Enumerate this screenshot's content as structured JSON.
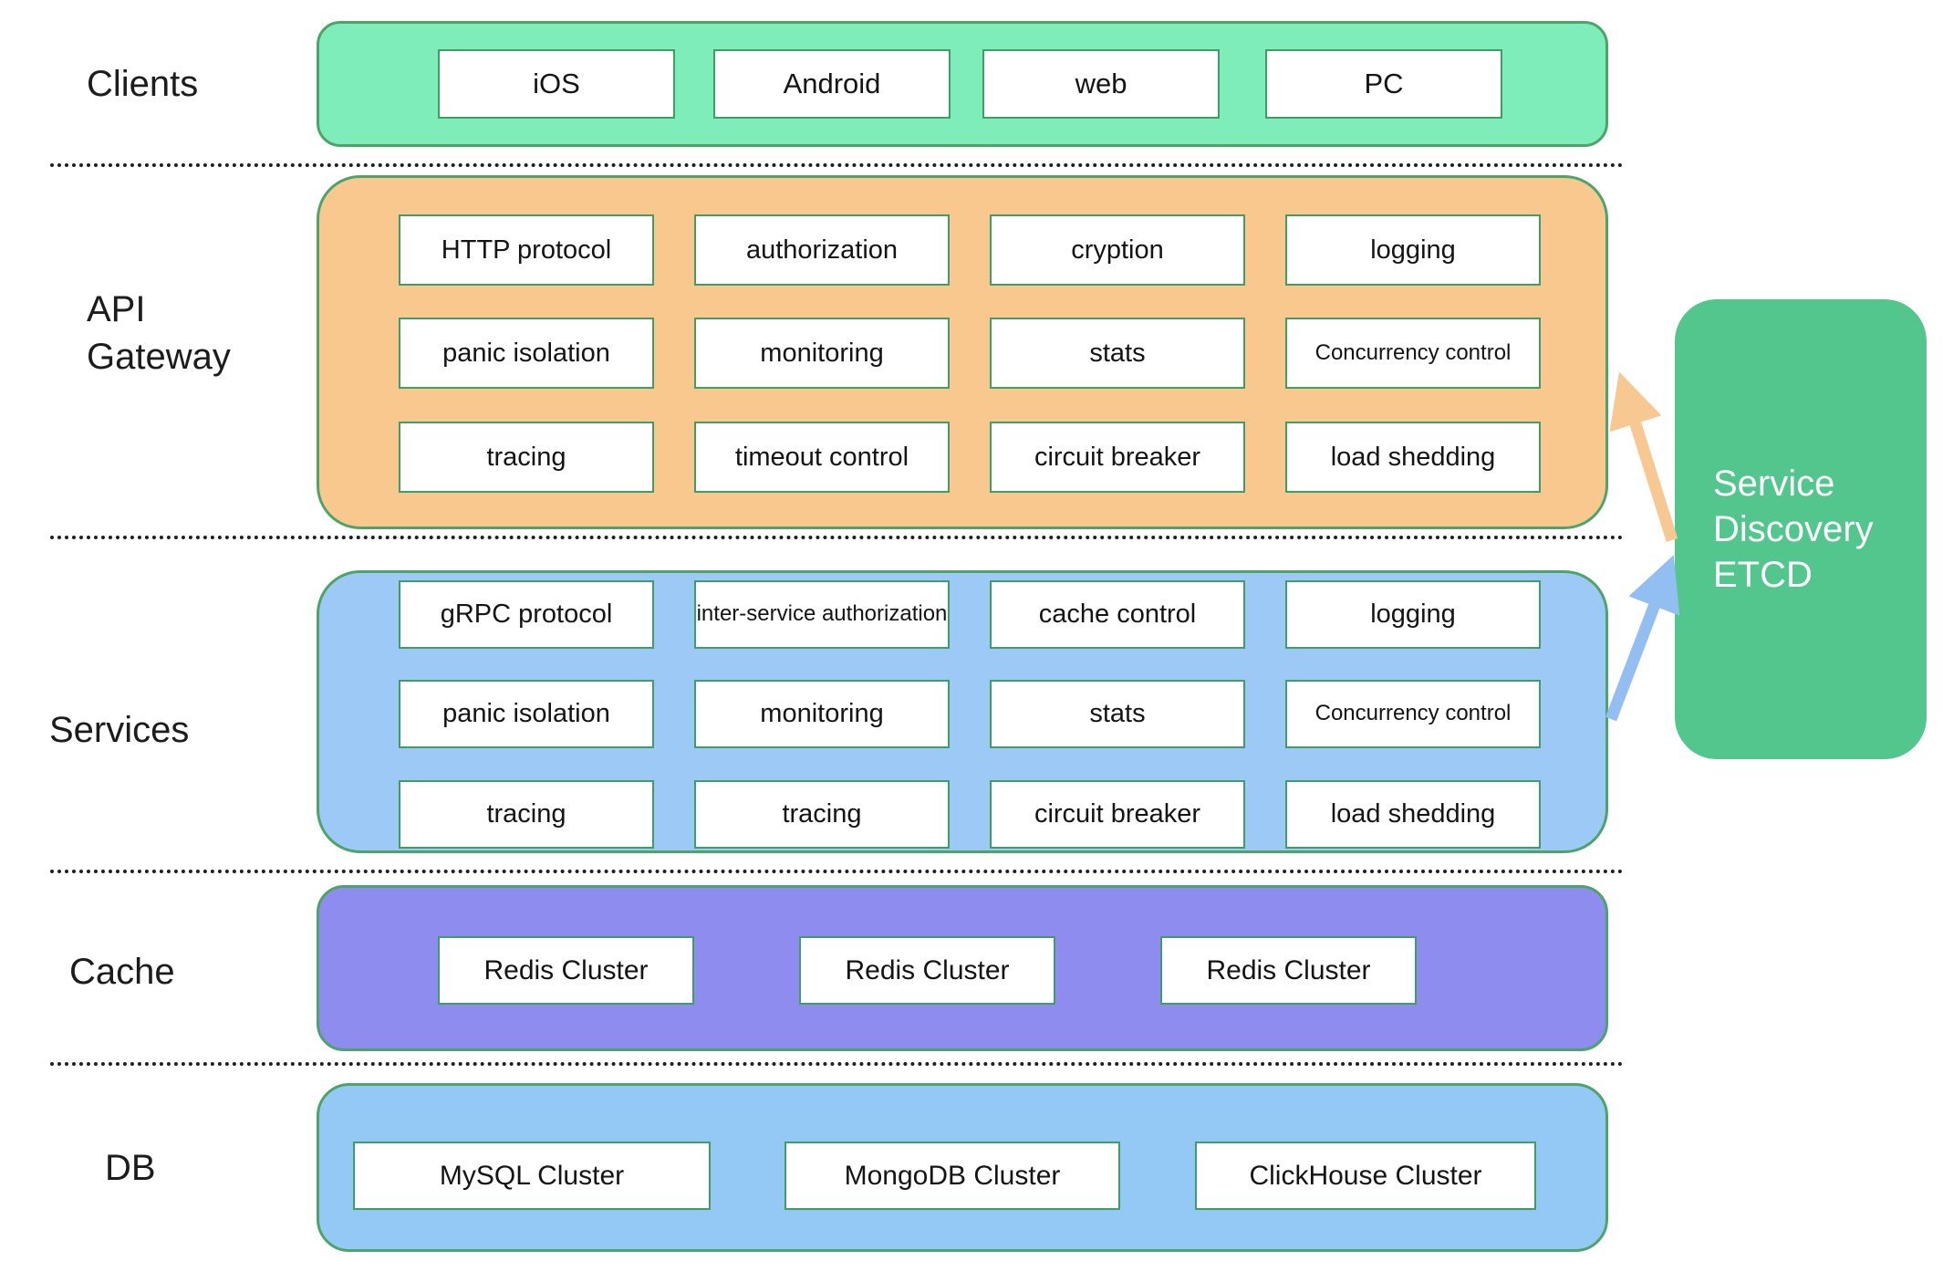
{
  "labels": {
    "clients": "Clients",
    "api_line1": "API",
    "api_line2": "Gateway",
    "services": "Services",
    "cache": "Cache",
    "db": "DB"
  },
  "clients": {
    "items": [
      "iOS",
      "Android",
      "web",
      "PC"
    ]
  },
  "api_gateway": {
    "grid": [
      [
        "HTTP protocol",
        "authorization",
        "cryption",
        "logging"
      ],
      [
        "panic isolation",
        "monitoring",
        "stats",
        "Concurrency control"
      ],
      [
        "tracing",
        "timeout control",
        "circuit breaker",
        "load shedding"
      ]
    ]
  },
  "services": {
    "grid": [
      [
        "gRPC protocol",
        "inter-service authorization",
        "cache control",
        "logging"
      ],
      [
        "panic isolation",
        "monitoring",
        "stats",
        "Concurrency control"
      ],
      [
        "tracing",
        "tracing",
        "circuit breaker",
        "load shedding"
      ]
    ]
  },
  "cache": {
    "items": [
      "Redis Cluster",
      "Redis Cluster",
      "Redis Cluster"
    ]
  },
  "db": {
    "items": [
      "MySQL Cluster",
      "MongoDB Cluster",
      "ClickHouse Cluster"
    ]
  },
  "service_discovery": {
    "lines": [
      "Service",
      "Discovery",
      "ETCD"
    ]
  },
  "colors": {
    "clients_fill": "#7FEDBA",
    "api_fill": "#F9C88F",
    "services_fill": "#9CC9F6",
    "cache_fill": "#8F8CEF",
    "db_fill": "#94C9F5",
    "etcd_fill": "#52C68C",
    "outer_border": "#4CA469",
    "inner_border": "#3E9E63",
    "arrow_orange": "#F8C893",
    "arrow_blue": "#92BEF2"
  }
}
